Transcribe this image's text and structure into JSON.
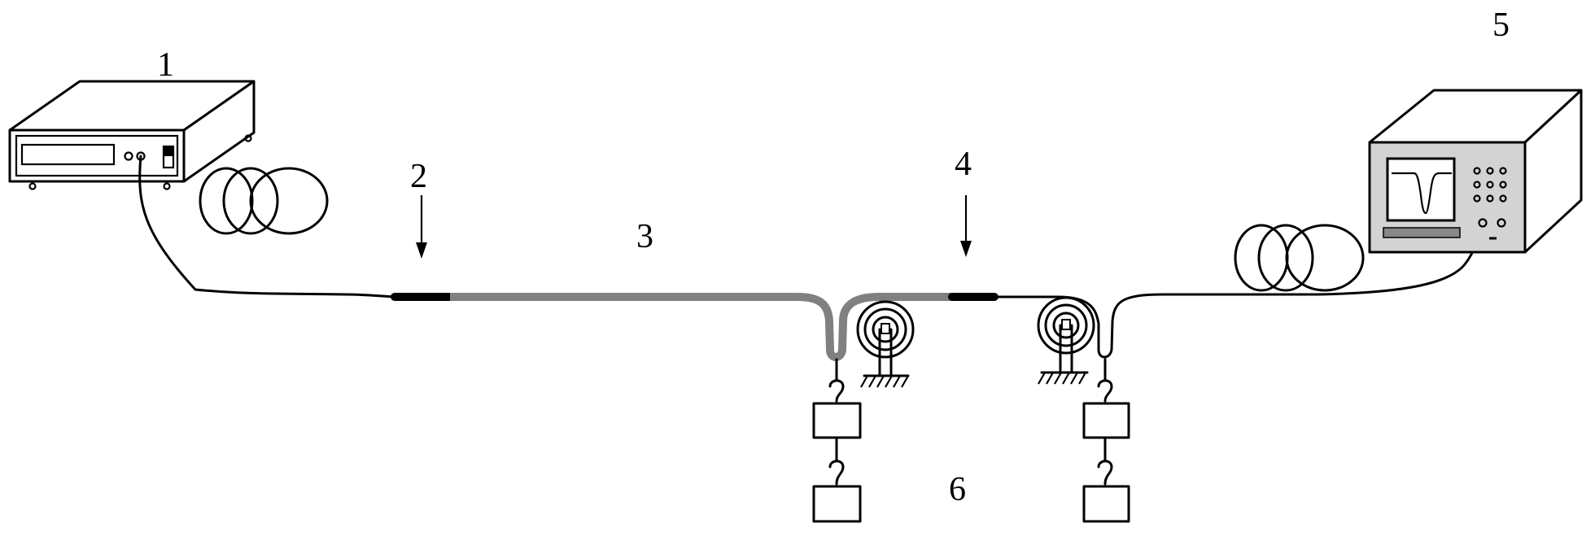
{
  "labels": {
    "laser_source": "1",
    "grating_left": "2",
    "fiber_section": "3",
    "grating_right": "4",
    "spectrum_analyzer": "5",
    "weights": "6"
  },
  "colors": {
    "line": "#000000",
    "fiber_core": "#808080",
    "fiber_grating": "#000000",
    "screen": "#d3d3d3"
  }
}
